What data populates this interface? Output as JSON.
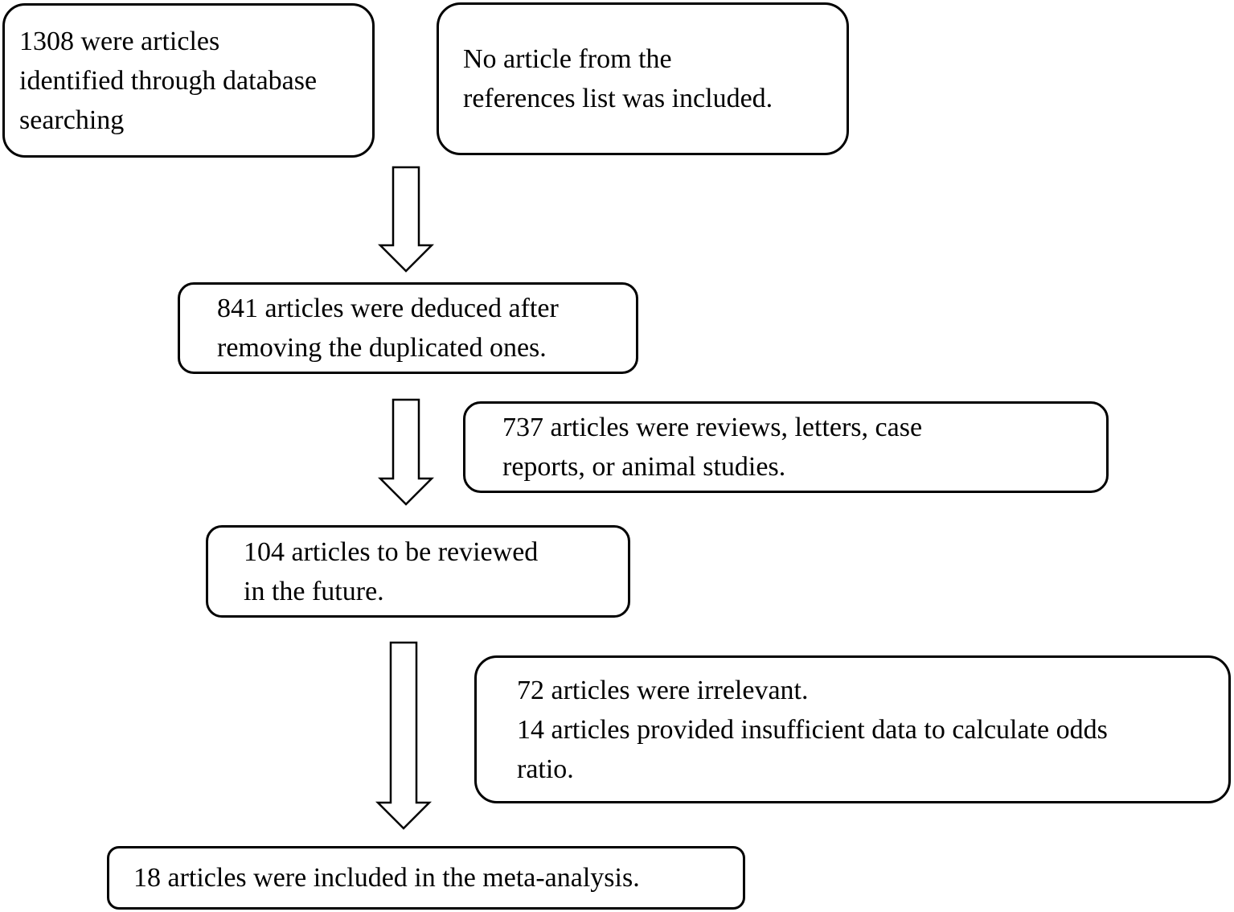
{
  "diagram": {
    "type": "study-selection-flowchart",
    "background_color": "#ffffff",
    "box_border_color": "#000000",
    "text_color": "#000000",
    "boxes": {
      "identified": {
        "lines": [
          "1308 were articles",
          "identified through database",
          "searching"
        ]
      },
      "references": {
        "lines": [
          "No article from the",
          "references list was included."
        ]
      },
      "deduplicated": {
        "lines": [
          "841 articles were deduced after",
          "removing the duplicated ones."
        ]
      },
      "excluded_types": {
        "lines": [
          "737 articles were reviews, letters, case",
          "reports, or animal studies."
        ]
      },
      "future_review": {
        "lines": [
          "104 articles to be reviewed",
          "in the future."
        ]
      },
      "excluded_irrelevant": {
        "lines": [
          "72 articles were irrelevant.",
          "14 articles provided insufficient data to calculate odds",
          "ratio."
        ]
      },
      "included": {
        "lines": [
          "18 articles were included in the meta-analysis."
        ]
      }
    },
    "arrows": [
      {
        "name": "arrow-identified-to-deduplicated",
        "direction": "down"
      },
      {
        "name": "arrow-deduplicated-to-future-review",
        "direction": "down"
      },
      {
        "name": "arrow-future-review-to-included",
        "direction": "down"
      }
    ]
  }
}
